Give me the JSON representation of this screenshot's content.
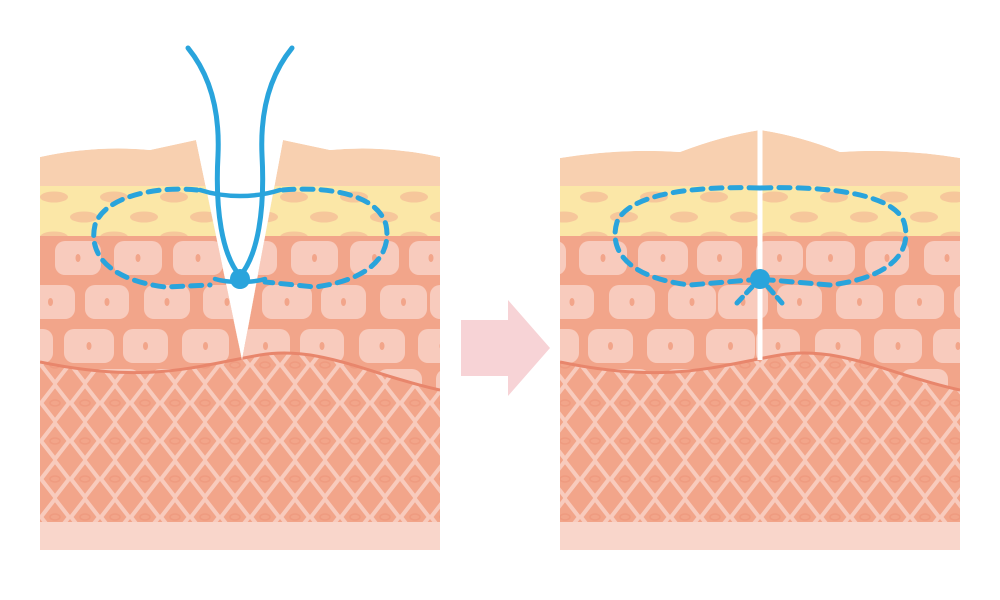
{
  "colors": {
    "background": "#ffffff",
    "epidermis": "#f8d0b0",
    "fat_layer": "#fbe7a7",
    "fat_cell": "#f6c79b",
    "cell_layer": "#f2a58a",
    "cell": "#f8cbbd",
    "cell_nucleus": "#f2a58a",
    "boundary_line": "#e8866c",
    "dermis": "#f2a58a",
    "dermis_lattice": "#f8cbbd",
    "dermis_dot": "#ef9b80",
    "subcutis": "#f9d6cb",
    "suture": "#29a4dc",
    "arrow": "#f7d3d6"
  },
  "panels": [
    {
      "name": "before-suture",
      "state": "open-incision-with-loose-suture"
    },
    {
      "name": "after-suture",
      "state": "closed-incision-with-buried-knot"
    }
  ],
  "icons": {
    "transition": "right-arrow-icon",
    "suture_knot": "suture-knot-icon"
  }
}
